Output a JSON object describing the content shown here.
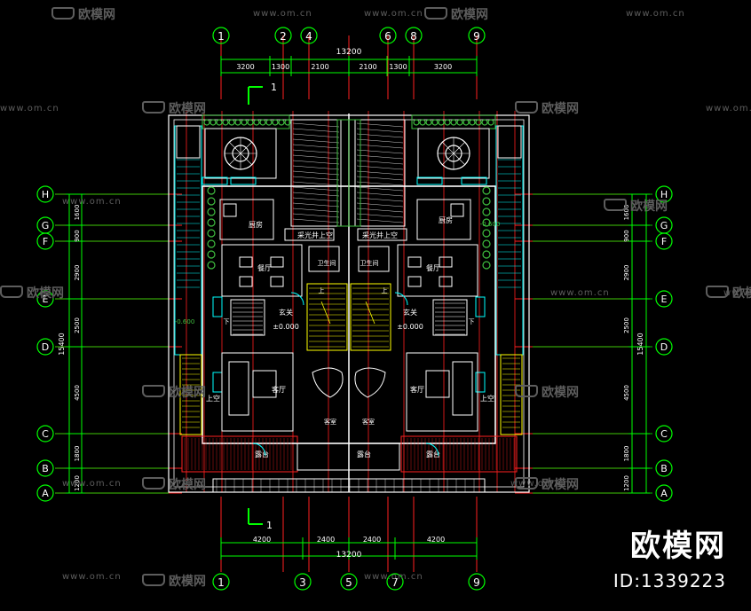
{
  "colors": {
    "background": "#000000",
    "axis": "#00ff00",
    "dimension": "#00ff00",
    "wall": "#ffffff",
    "gridline": "#ff2020",
    "window": "#00ffff",
    "planting": "#3fbf3f",
    "furniture": "#ffffff",
    "stair": "#ffff00",
    "watermark": "#5d5d5d",
    "section": "#00ff00"
  },
  "column_axes": {
    "top": [
      "1",
      "2",
      "4",
      "6",
      "8",
      "9"
    ],
    "bottom": [
      "1",
      "3",
      "5",
      "7",
      "9"
    ]
  },
  "row_axes": [
    "H",
    "G",
    "F",
    "E",
    "D",
    "C",
    "B",
    "A"
  ],
  "dimensions": {
    "top_total": "13200",
    "top_segments": [
      "3200",
      "1300",
      "2100",
      "2100",
      "1300",
      "3200"
    ],
    "bottom_total": "13200",
    "bottom_segments": [
      "4200",
      "2400",
      "2400",
      "4200"
    ],
    "side_total": "15400",
    "side_segments": [
      "1600",
      "900",
      "2900",
      "2500",
      "4500",
      "1800",
      "1200"
    ]
  },
  "section_marks": {
    "top": "1",
    "bottom": "1"
  },
  "rooms": {
    "kitchen_left": "厨房",
    "kitchen_right": "厨房",
    "dining_left": "餐厅",
    "dining_right": "餐厅",
    "foyer_left": "玄关",
    "foyer_right": "玄关",
    "level_left": "±0.000",
    "level_right": "±0.000",
    "level_top_left": "-0.600",
    "level_top_right": "-0.600",
    "living_left": "客厅",
    "living_right": "客厅",
    "void_left": "上空",
    "void_right": "上空",
    "bedroom_left": "客室",
    "bedroom_right": "客室",
    "terrace_left": "露台",
    "terrace_right": "露台",
    "toilet_left": "卫生间",
    "toilet_right": "卫生间",
    "light_well_left": "采光井上空",
    "light_well_right": "采光井上空",
    "stair_up": "上",
    "stair_down": "下"
  },
  "watermarks": {
    "site": "www.om.cn",
    "brand": "欧模网"
  },
  "brand_big": "欧模网",
  "brand_id": "ID:1339223"
}
